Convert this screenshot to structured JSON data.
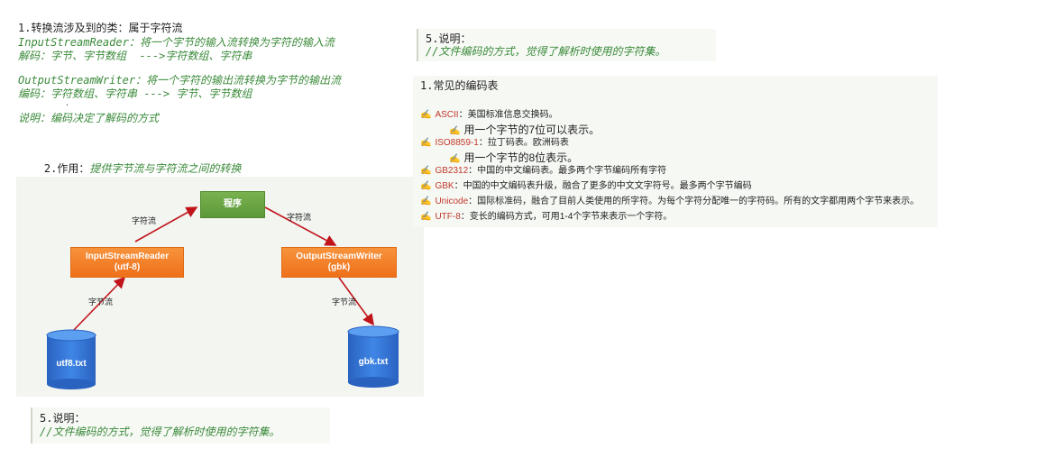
{
  "left_notes": {
    "heading": "1.转换流涉及到的类：属于字符流",
    "isr_line": "InputStreamReader：将一个字节的输入流转换为字符的输入流",
    "isr_decode": "解码：字节、字节数组  --->字符数组、字符串",
    "osw_line": "OutputStreamWriter：将一个字符的输出流转换为字节的输出流",
    "osw_encode": "编码：字符数组、字符串 ---> 字节、字节数组",
    "dot": ".",
    "note": "说明：编码决定了解码的方式",
    "purpose_label": "2.作用：",
    "purpose_text": "提供字节流与字符流之间的转换"
  },
  "diagram": {
    "program": "程序",
    "isr": [
      "InputStreamReader",
      "(utf-8)"
    ],
    "osw": [
      "OutputStreamWriter",
      "(gbk)"
    ],
    "file_in": "utf8.txt",
    "file_out": "gbk.txt",
    "edge_char_left": "字符流",
    "edge_char_right": "字符流",
    "edge_byte_left": "字节流",
    "edge_byte_right": "字节流"
  },
  "bottom_note": {
    "title": "5.说明：",
    "text": "//文件编码的方式，觉得了解析时使用的字符集。"
  },
  "top_right_note": {
    "title": "5.说明：",
    "text": "//文件编码的方式，觉得了解析时使用的字符集。"
  },
  "encoding_table": {
    "title": "1.常见的编码表",
    "pen": "✍",
    "rows": [
      {
        "name": "ASCII",
        "desc": "：美国标准信息交换码。",
        "sub": "用一个字节的7位可以表示。"
      },
      {
        "name": "ISO8859-1",
        "desc": "：拉丁码表。欧洲码表",
        "sub": "用一个字节的8位表示。"
      },
      {
        "name": "GB2312",
        "desc": "：中国的中文编码表。最多两个字节编码所有字符"
      },
      {
        "name": "GBK",
        "desc": "：中国的中文编码表升级，融合了更多的中文文字符号。最多两个字节编码"
      },
      {
        "name": "Unicode",
        "desc": "：国际标准码，融合了目前人类使用的所字符。为每个字符分配唯一的字符码。所有的文字都用两个字节来表示。"
      },
      {
        "name": "UTF-8",
        "desc": "：变长的编码方式，可用1-4个字节来表示一个字符。"
      }
    ]
  },
  "colors": {
    "green_text": "#3a8a3a",
    "orange": "#ee7019",
    "program_green": "#5c993a",
    "cylinder_blue": "#2f6fcf",
    "arrow_red": "#c0141a",
    "encoding_name_red": "#c0392b"
  }
}
